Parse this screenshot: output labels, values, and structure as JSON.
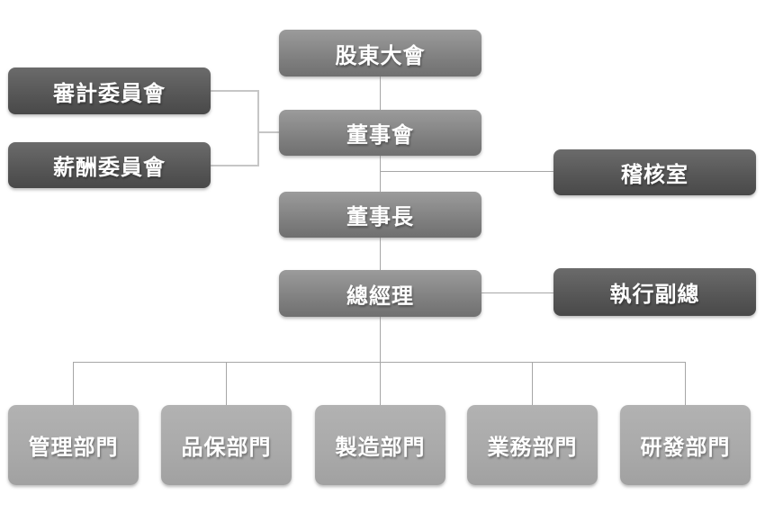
{
  "diagram": {
    "type": "org-chart",
    "background_color": "#ffffff",
    "nodes": {
      "shareholders": {
        "label": "股東大會",
        "style": "mid"
      },
      "audit_committee": {
        "label": "審計委員會",
        "style": "dark"
      },
      "compensation_committee": {
        "label": "薪酬委員會",
        "style": "dark"
      },
      "board": {
        "label": "董事會",
        "style": "mid"
      },
      "audit_office": {
        "label": "稽核室",
        "style": "dark"
      },
      "chairman": {
        "label": "董事長",
        "style": "mid"
      },
      "general_manager": {
        "label": "總經理",
        "style": "mid"
      },
      "executive_vp": {
        "label": "執行副總",
        "style": "dark"
      },
      "departments": [
        {
          "label": "管理部門",
          "style": "light"
        },
        {
          "label": "品保部門",
          "style": "light"
        },
        {
          "label": "製造部門",
          "style": "light"
        },
        {
          "label": "業務部門",
          "style": "light"
        },
        {
          "label": "研發部門",
          "style": "light"
        }
      ]
    },
    "edges": [
      [
        "shareholders",
        "board"
      ],
      [
        "audit_committee",
        "board"
      ],
      [
        "compensation_committee",
        "board"
      ],
      [
        "board",
        "audit_office"
      ],
      [
        "board",
        "chairman"
      ],
      [
        "chairman",
        "general_manager"
      ],
      [
        "general_manager",
        "executive_vp"
      ],
      [
        "general_manager",
        "管理部門"
      ],
      [
        "general_manager",
        "品保部門"
      ],
      [
        "general_manager",
        "製造部門"
      ],
      [
        "general_manager",
        "業務部門"
      ],
      [
        "general_manager",
        "研發部門"
      ]
    ],
    "colors": {
      "node_mid_top": "#9b9b9b",
      "node_mid_bottom": "#707070",
      "node_dark_top": "#6b6b6b",
      "node_dark_bottom": "#494949",
      "node_light_top": "#b2b2b2",
      "node_light_bottom": "#a1a1a1",
      "connector": "#a6a6a6",
      "bracket_connector": "#c6c6c6",
      "text": "#ffffff"
    }
  }
}
